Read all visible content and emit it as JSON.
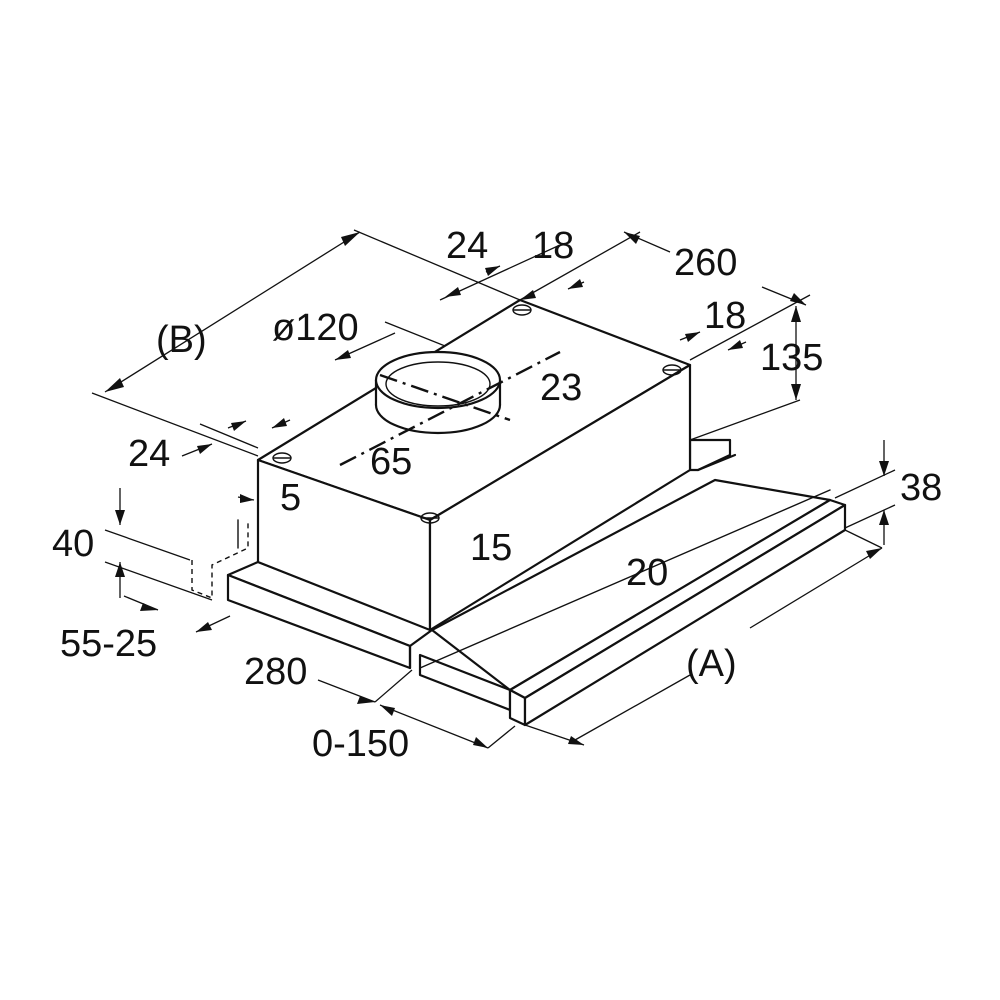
{
  "diagram": {
    "dimensions": {
      "d24_top": "24",
      "d18_top": "18",
      "d260": "260",
      "d18_right": "18",
      "d135": "135",
      "d120": "ø120",
      "d23": "23",
      "d65": "65",
      "d24_left": "24",
      "d5": "5",
      "d40": "40",
      "d55_25": "55-25",
      "d280": "280",
      "d0_150": "0-150",
      "d15": "15",
      "d20": "20",
      "d38": "38",
      "label_B": "(B)",
      "label_A": "(A)"
    }
  }
}
